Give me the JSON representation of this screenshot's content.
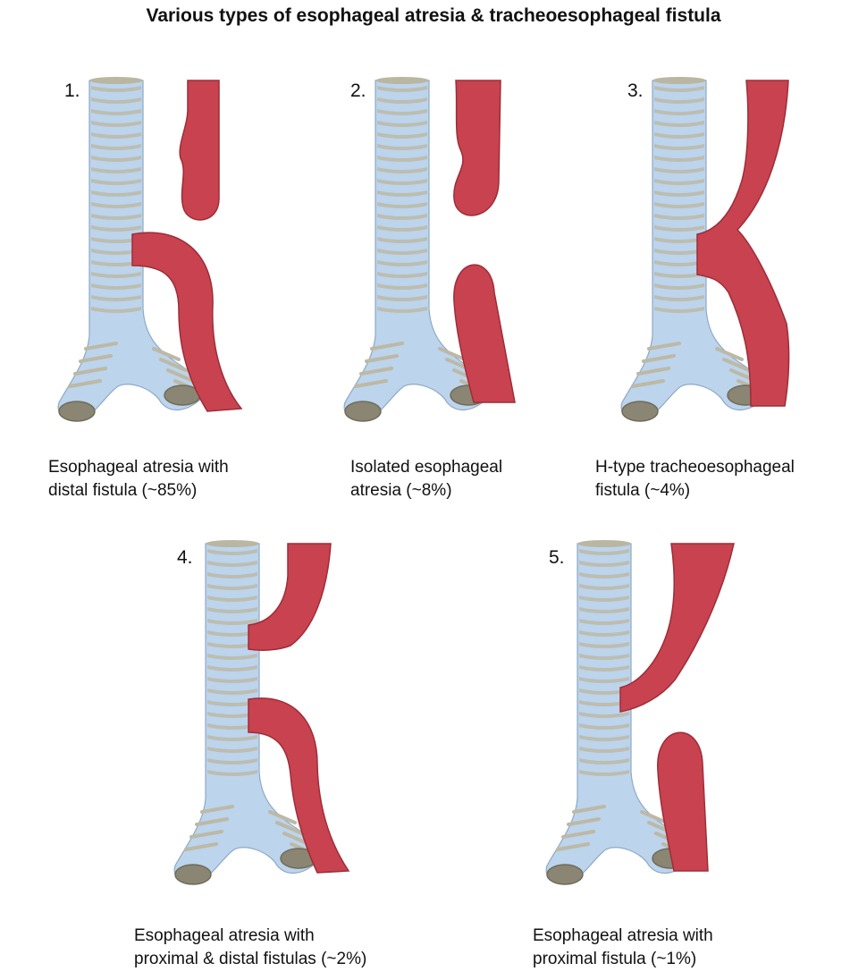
{
  "title": "Various types of esophageal atresia & tracheoesophageal fistula",
  "panels": [
    {
      "number": "1.",
      "caption": "Esophageal atresia with\ndistal fistula (~85%)"
    },
    {
      "number": "2.",
      "caption": "Isolated esophageal\natresia (~8%)"
    },
    {
      "number": "3.",
      "caption": "H-type tracheoesophageal\nfistula (~4%)"
    },
    {
      "number": "4.",
      "caption": "Esophageal atresia with\nproximal & distal fistulas (~2%)"
    },
    {
      "number": "5.",
      "caption": "Esophageal atresia with\nproximal fistula (~1%)"
    }
  ],
  "colors": {
    "trachea": "#bcd4ec",
    "cartilage": "#bdb9a6",
    "esophagus": "#c8434f",
    "esophagus_dark": "#9e2c38"
  }
}
